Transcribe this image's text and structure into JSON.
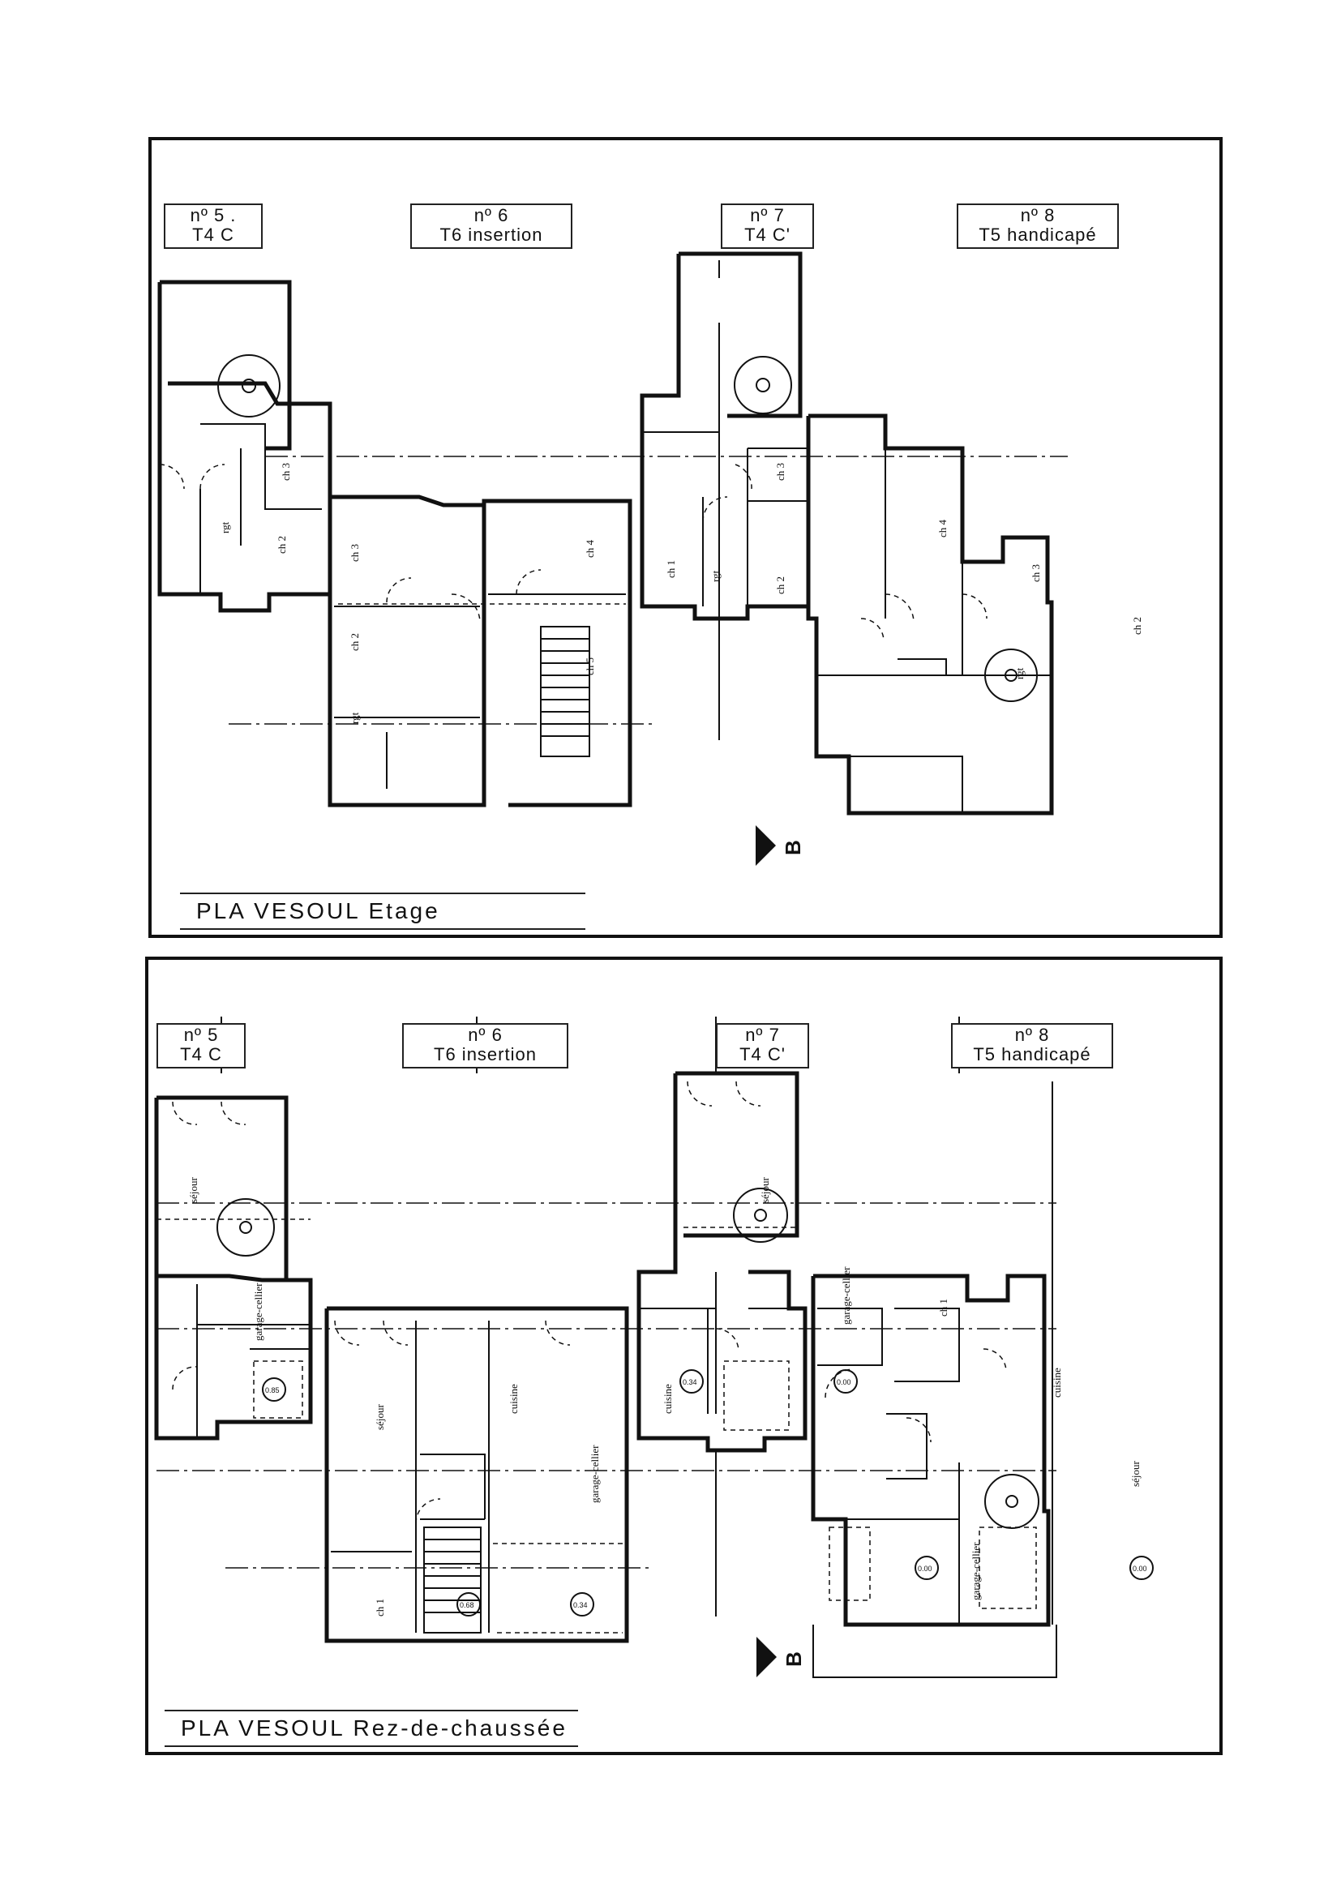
{
  "etage": {
    "title": "PLA  VESOUL   Etage",
    "units": [
      {
        "num": "nº 5 .",
        "type": "T4 C"
      },
      {
        "num": "nº 6",
        "type": "T6 insertion"
      },
      {
        "num": "nº 7",
        "type": "T4 C'"
      },
      {
        "num": "nº 8",
        "type": "T5 handicapé"
      }
    ],
    "rooms": [
      "ch 3",
      "ch 2",
      "rgt",
      "ch 3",
      "ch 2",
      "rgt",
      "ch 4",
      "ch 5",
      "ch 1",
      "rgt",
      "ch 3",
      "ch 2",
      "ch 4",
      "ch 3",
      "ch 2",
      "rgt"
    ],
    "section_mark": "B"
  },
  "rdc": {
    "title": "PLA  VESOUL   Rez-de-chaussée",
    "units": [
      {
        "num": "nº 5",
        "type": "T4 C"
      },
      {
        "num": "nº 6",
        "type": "T6 insertion"
      },
      {
        "num": "nº 7",
        "type": "T4 C'"
      },
      {
        "num": "nº 8",
        "type": "T5 handicapé"
      }
    ],
    "rooms": [
      "séjour",
      "garage-cellier",
      "séjour",
      "cuisine",
      "garage-cellier",
      "ch 1",
      "cuisine",
      "séjour",
      "garage-cellier",
      "ch 1",
      "cuisine",
      "séjour",
      "garage-cellier"
    ],
    "levels": [
      "0.85",
      "0.68",
      "0.34",
      "0.34",
      "0.00",
      "0.00",
      "0.00"
    ],
    "section_mark": "B"
  }
}
